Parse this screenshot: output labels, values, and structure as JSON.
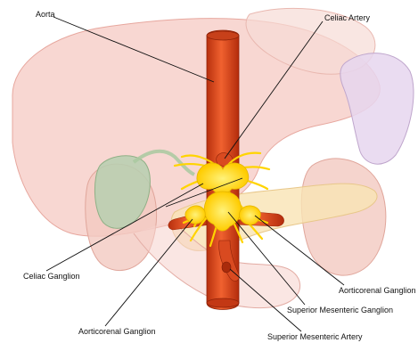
{
  "labels": {
    "aorta": "Aorta",
    "celiac_artery": "Celiac Artery",
    "celiac_ganglion": "Celiac Ganglion",
    "aorticorenal_ganglion_left": "Aorticorenal Ganglion",
    "aorticorenal_ganglion_right": "Aorticorenal Ganglion",
    "superior_mesenteric_ganglion": "Superior Mesenteric Ganglion",
    "superior_mesenteric_artery": "Superior Mesenteric Artery"
  },
  "colors": {
    "liver": "#f6c9c3",
    "stomach": "#f7dcd6",
    "spleen": "#e6d6ee",
    "gallbladder": "#b6cfb0",
    "pancreas": "#f9e3b4",
    "kidney": "#f3c9c0",
    "aorta": "#e4481d",
    "ganglion": "#ffd400",
    "leader_line": "#111111"
  }
}
